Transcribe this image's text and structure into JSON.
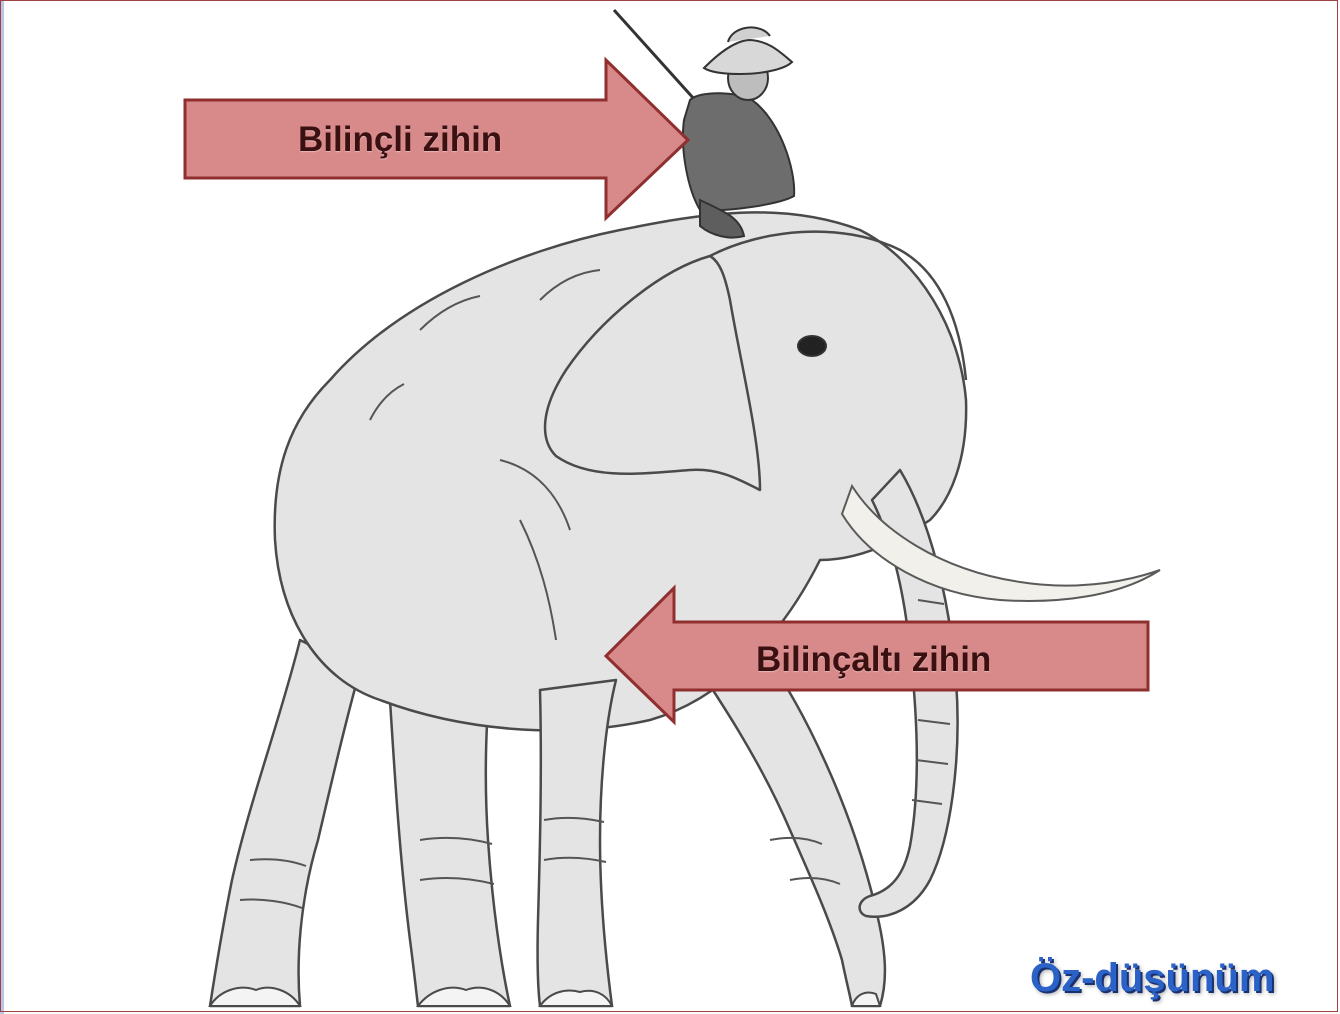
{
  "labels": {
    "conscious": "Bilinçli zihin",
    "subconscious": "Bilinçaltı zihin"
  },
  "caption": "Öz-düşünüm",
  "colors": {
    "arrow_fill": "#d88a8a",
    "arrow_stroke": "#8f2f2f",
    "caption": "#2a62c8",
    "elephant_fill": "#e4e4e4",
    "elephant_stroke": "#4a4a4a",
    "rider_fill": "#6d6d6d"
  }
}
